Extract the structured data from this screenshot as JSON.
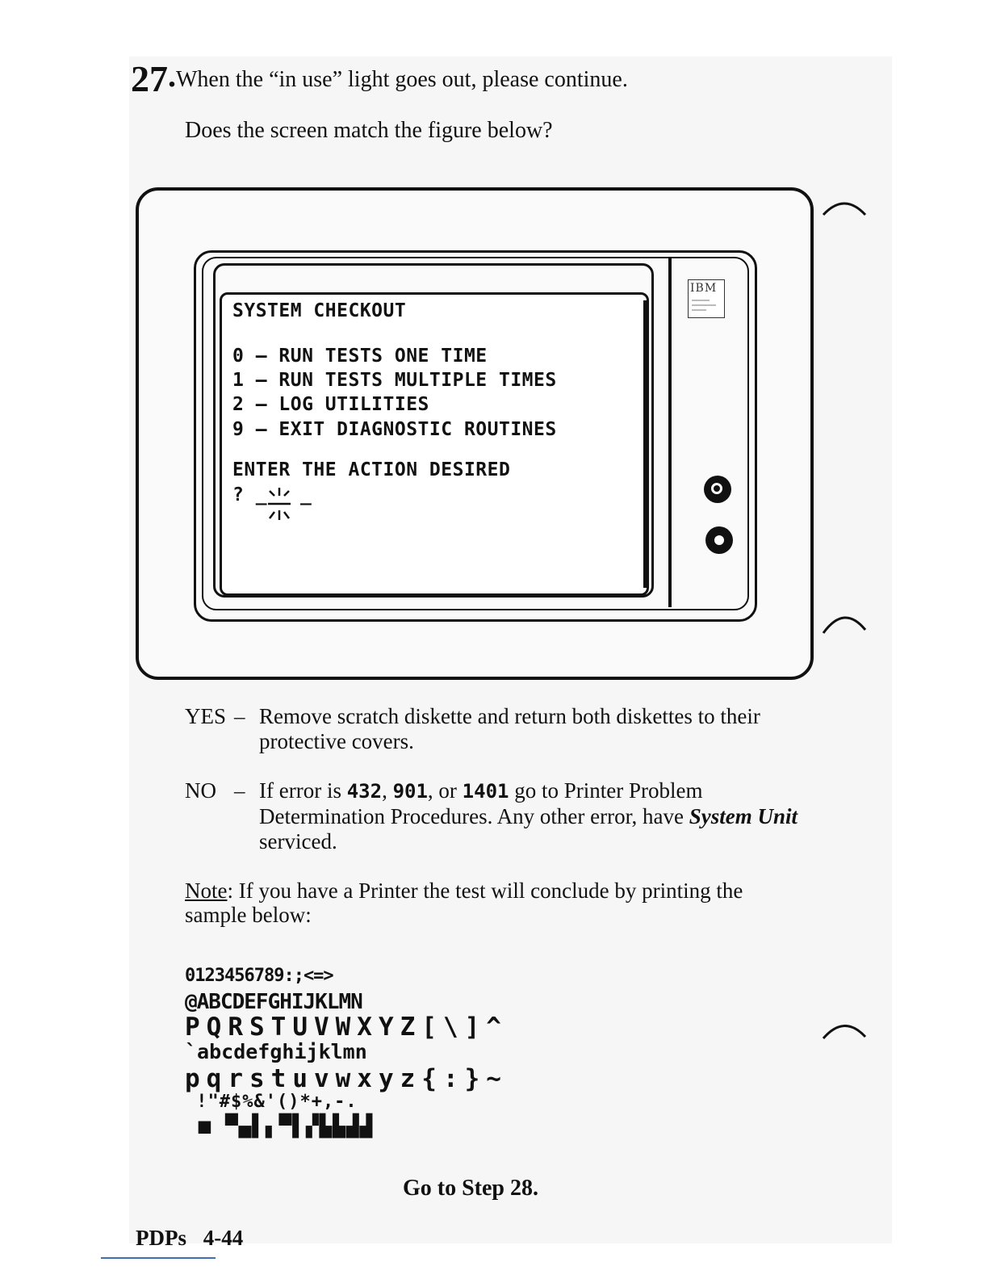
{
  "step": {
    "number": "27",
    "instruction": "When the “in use” light goes out, please continue."
  },
  "question": "Does the screen match the figure below?",
  "figure": {
    "screen_title": "SYSTEM CHECKOUT",
    "menu": [
      "0 – RUN TESTS ONE TIME",
      "1 – RUN TESTS MULTIPLE TIMES",
      "2 – LOG UTILITIES",
      "9 – EXIT DIAGNOSTIC ROUTINES"
    ],
    "prompt_label": "ENTER THE ACTION DESIRED",
    "prompt_input": "? _",
    "prompt_trailing": "_",
    "logo_text": "IBM"
  },
  "responses": {
    "yes": {
      "label": "YES",
      "dash": "–",
      "text": "Remove scratch diskette and return both diskettes to their protective covers."
    },
    "no": {
      "label": "NO",
      "dash": "–",
      "text_pre": "If error is ",
      "code1": "432",
      "sep1": ", ",
      "code2": "901",
      "sep2": ", or ",
      "code3": "1401",
      "text_mid": " go to Printer Problem Determination Procedures.  Any other error, have ",
      "emph": "System Unit",
      "text_post": " serviced."
    }
  },
  "note": {
    "label": "Note",
    "text": ":  If you have a Printer the test will conclude by printing the sample below:"
  },
  "sample_lines": [
    "0123456789:;<=>",
    "@ABCDEFGHIJKLMN",
    "PQRSTUVWXYZ[\\]^",
    "`abcdefghijklmn",
    "pqrstuvwxyz{:}~",
    " !\"#$%&'()*+,-.",
    " ■ ▀▄▌▖▀▌▞▙▙▟▟"
  ],
  "goto": "Go to Step 28.",
  "footer": {
    "label": "PDPs",
    "page": "4-44"
  }
}
